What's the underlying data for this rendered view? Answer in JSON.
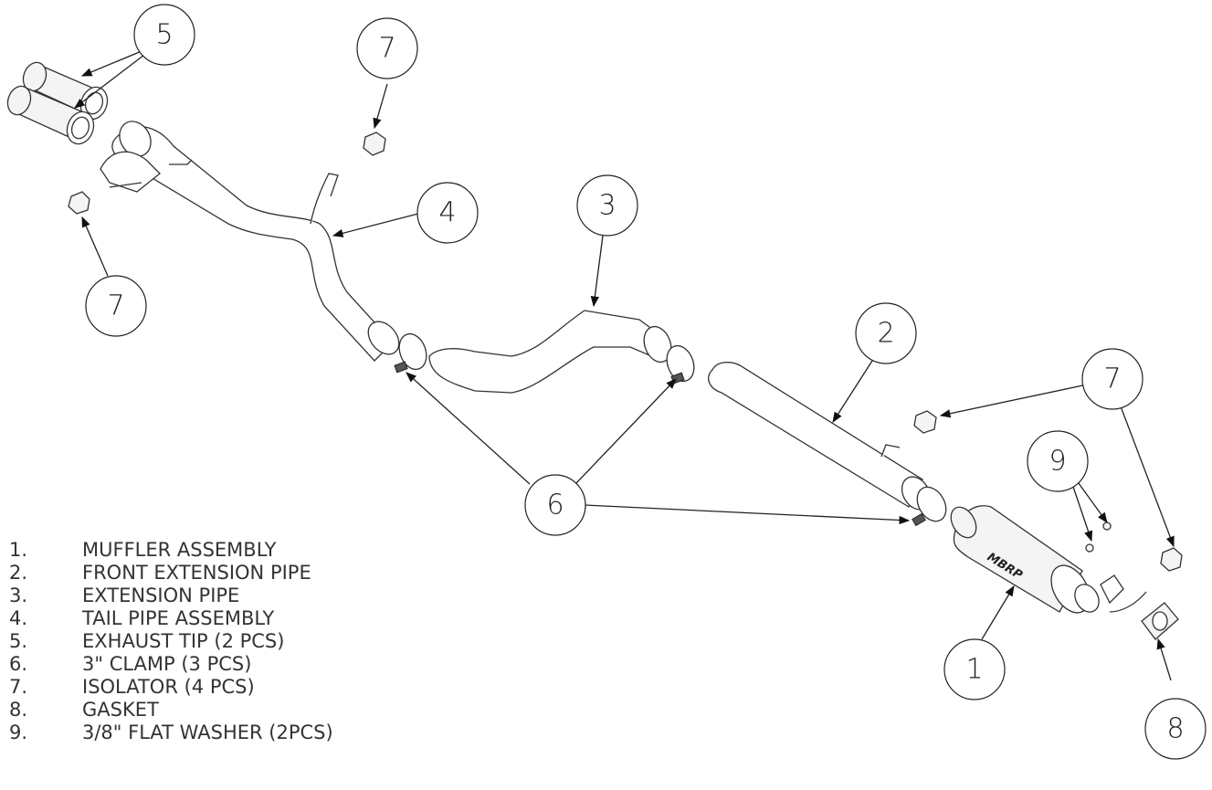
{
  "callouts": [
    "1",
    "2",
    "3",
    "4",
    "5",
    "6",
    "7",
    "8",
    "9"
  ],
  "brand_mark": "MBRP",
  "parts_list": [
    {
      "num": "1.",
      "label": "MUFFLER ASSEMBLY"
    },
    {
      "num": "2.",
      "label": "FRONT EXTENSION PIPE"
    },
    {
      "num": "3.",
      "label": "EXTENSION PIPE"
    },
    {
      "num": "4.",
      "label": "TAIL PIPE ASSEMBLY"
    },
    {
      "num": "5.",
      "label": "EXHAUST TIP (2 PCS)"
    },
    {
      "num": "6.",
      "label": "3\" CLAMP (3 PCS)"
    },
    {
      "num": "7.",
      "label": "ISOLATOR (4 PCS)"
    },
    {
      "num": "8.",
      "label": "GASKET"
    },
    {
      "num": "9.",
      "label": "3/8\" FLAT WASHER (2PCS)"
    }
  ]
}
